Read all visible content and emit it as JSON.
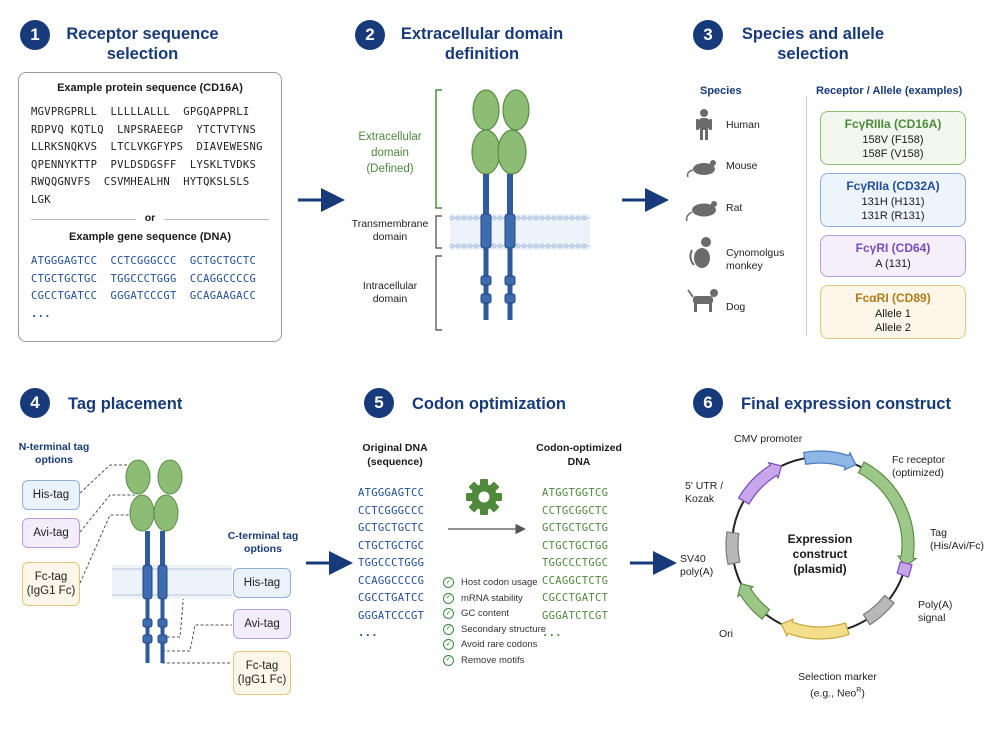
{
  "panel1": {
    "number": "1",
    "title_line1": "Receptor sequence",
    "title_line2": "selection",
    "protein_heading": "Example protein sequence (CD16A)",
    "protein_lines": [
      "MGVPRGPRLL  LLLLLALLL  GPGQAPPRLI",
      "RDPVQ KQTLQ  LNPSRAEEGP  YTCTVTYNS",
      "LLRKSNQKVS  LTCLVKGFYPS  DIAVEWESNG",
      "QPENNYKTTP  PVLDSDGSFF  LYSKLTVDKS",
      "RWQQGNVFS  CSVMHEALHN  HYTQKSLSLS",
      "LGK"
    ],
    "or": "or",
    "dna_heading": "Example gene sequence (DNA)",
    "dna_lines": [
      "ATGGGAGTCC  CCTCGGGCCC  GCTGCTGCTC",
      "CTGCTGCTGC  TGGCCCTGGG  CCAGGCCCCG",
      "CGCCTGATCC  GGGATCCCGT  GCAGAAGACC"
    ],
    "ellipsis": "..."
  },
  "panel2": {
    "number": "2",
    "title_line1": "Extracellular domain",
    "title_line2": "definition",
    "ecd_line1": "Extracellular",
    "ecd_line2": "domain",
    "ecd_line3": "(Defined)",
    "tm_line1": "Transmembrane",
    "tm_line2": "domain",
    "ic_line1": "Intracellular",
    "ic_line2": "domain"
  },
  "panel3": {
    "number": "3",
    "title_line1": "Species and allele",
    "title_line2": "selection",
    "species_header": "Species",
    "allele_header": "Receptor / Allele (examples)",
    "species": [
      {
        "name_line1": "Human",
        "name_line2": "",
        "icon": "human-icon"
      },
      {
        "name_line1": "Mouse",
        "name_line2": "",
        "icon": "mouse-icon"
      },
      {
        "name_line1": "Rat",
        "name_line2": "",
        "icon": "rat-icon"
      },
      {
        "name_line1": "Cynomolgus",
        "name_line2": "monkey",
        "icon": "monkey-icon"
      },
      {
        "name_line1": "Dog",
        "name_line2": "",
        "icon": "dog-icon"
      }
    ],
    "receptors": [
      {
        "name": "FcγRIIIa (CD16A)",
        "line1": "158V (F158)",
        "line2": "158F (V158)",
        "color": "#4f8a3c",
        "bg": "#f2f8ee",
        "border": "#8cbf73"
      },
      {
        "name": "FcγRIIa (CD32A)",
        "line1": "131H (H131)",
        "line2": "131R (R131)",
        "color": "#1f4e99",
        "bg": "#eef4fc",
        "border": "#8fb0de"
      },
      {
        "name": "FcγRI (CD64)",
        "line1": "A (131)",
        "line2": "",
        "color": "#7a4bb8",
        "bg": "#f5effc",
        "border": "#b99ae0"
      },
      {
        "name": "FcαRI (CD89)",
        "line1": "Allele 1",
        "line2": "Allele 2",
        "color": "#b07a16",
        "bg": "#fdf7ea",
        "border": "#e6c57a"
      }
    ]
  },
  "panel4": {
    "number": "4",
    "title": "Tag placement",
    "n_term_line1": "N-terminal tag",
    "n_term_line2": "options",
    "c_term_line1": "C-terminal tag",
    "c_term_line2": "options",
    "n_tags": [
      "His-tag",
      "Avi-tag"
    ],
    "n_fc_line1": "Fc-tag",
    "n_fc_line2": "(IgG1 Fc)",
    "c_tags": [
      "His-tag",
      "Avi-tag"
    ],
    "c_fc_line1": "Fc-tag",
    "c_fc_line2": "(IgG1 Fc)"
  },
  "panel5": {
    "number": "5",
    "title": "Codon optimization",
    "orig_line1": "Original DNA",
    "orig_line2": "(sequence)",
    "opt_line1": "Codon-optimized",
    "opt_line2": "DNA",
    "orig_seq": [
      "ATGGGAGTCC",
      "CCTCGGGCCC",
      "GCTGCTGCTC",
      "CTGCTGCTGC",
      "TGGCCCTGGG",
      "CCAGGCCCCG",
      "CGCCTGATCC",
      "GGGATCCCGT"
    ],
    "opt_seq": [
      "ATGGTGGTCG",
      "CCTGCGGCTC",
      "GCTGCTGCTG",
      "CTGCTGCTGG",
      "TGGCCCTGGC",
      "CCAGGCTCTG",
      "CGCCTGATCT",
      "GGGATCTCGT"
    ],
    "ellipsis": "...",
    "checks": [
      "Host codon usage",
      "mRNA stability",
      "GC content",
      "Secondary structure",
      "Avoid rare codons",
      "Remove motifs"
    ]
  },
  "panel6": {
    "number": "6",
    "title": "Final expression construct",
    "center_line1": "Expression",
    "center_line2": "construct",
    "center_line3": "(plasmid)",
    "cmv": "CMV promoter",
    "fc_line1": "Fc receptor",
    "fc_line2": "(optimized)",
    "utr_line1": "5' UTR /",
    "utr_line2": "Kozak",
    "tag_line1": "Tag",
    "tag_line2": "(His/Avi/Fc)",
    "sv40_line1": "SV40",
    "sv40_line2": "poly(A)",
    "polya_line1": "Poly(A)",
    "polya_line2": "signal",
    "ori": "Ori",
    "sel_line1": "Selection marker",
    "sel_line2": "(e.g., Neo",
    "sel_sup": "R",
    "sel_close": ")"
  },
  "colors": {
    "navy": "#173a7a",
    "green": "#4f8a3c",
    "blue_seq": "#1f4e99"
  }
}
